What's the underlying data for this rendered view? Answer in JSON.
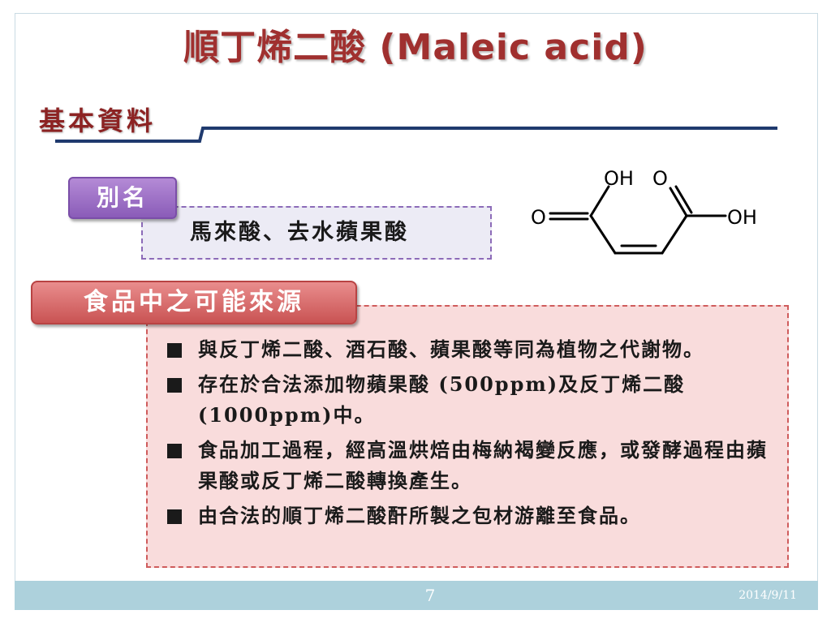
{
  "slide": {
    "title": "順丁烯二酸 (Maleic acid)",
    "section_heading": "基本資料",
    "alias": {
      "label": "別名",
      "value": "馬來酸、去水蘋果酸"
    },
    "structure": {
      "labels": [
        "OH",
        "O",
        "O",
        "OH"
      ]
    },
    "sources": {
      "label": "食品中之可能來源",
      "items": [
        "與反丁烯二酸、酒石酸、蘋果酸等同為植物之代謝物。",
        "存在於合法添加物蘋果酸 (500ppm)及反丁烯二酸(1000ppm)中。",
        "食品加工過程，經高溫烘焙由梅納褐變反應，或發酵過程由蘋果酸或反丁烯二酸轉換產生。",
        "由合法的順丁烯二酸酐所製之包材游離至食品。"
      ]
    }
  },
  "footer": {
    "page_number": "7",
    "date": "2014/9/11"
  },
  "colors": {
    "title": "#a0302f",
    "heading": "#8c2323",
    "rule": "#1f3a6e",
    "alias_badge": "#8a5cb8",
    "source_badge": "#c95353",
    "footer_bar": "#add1dc"
  }
}
